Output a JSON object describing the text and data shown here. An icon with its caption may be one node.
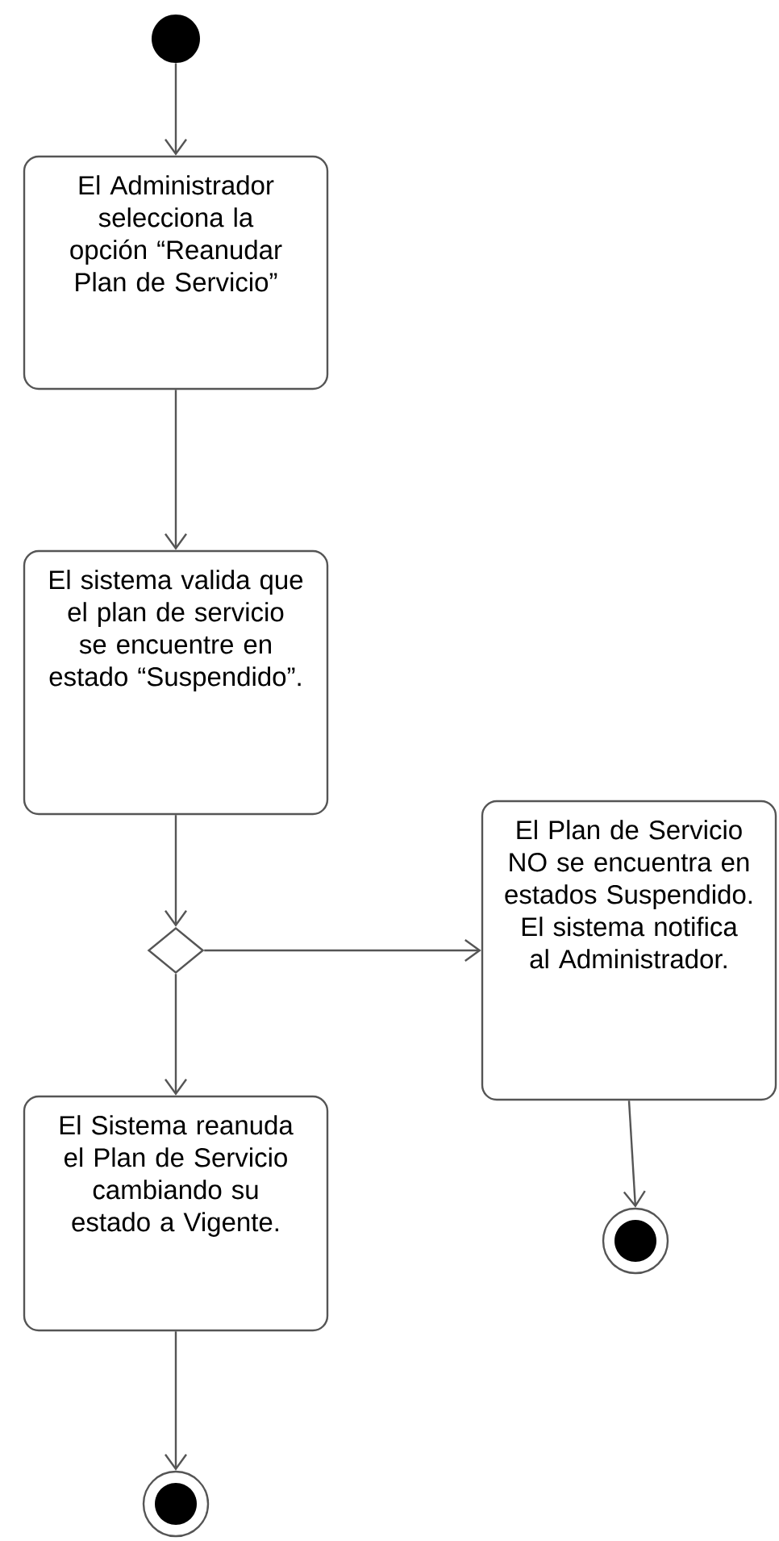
{
  "diagram": {
    "nodes": [
      {
        "text": [],
        "shape": "circle"
      },
      {
        "text": [
          "El Administrador selecciona la opción “Reanudar Plan de Servicio”"
        ]
      },
      {
        "text": [
          "El sistema valida que el plan de servicio se encuentre en estado “Suspendido”."
        ]
      },
      {
        "text": [],
        "shape": "diamond"
      },
      {
        "text": [
          "El Plan de Servicio NO se encuentra en estados Suspendido. El sistema notifica al Administrador."
        ]
      },
      {
        "text": [
          "El Sistema reanuda el Plan de Servicio cambiando su estado a Vigente."
        ]
      },
      {
        "text": [],
        "shape": "circle"
      },
      {
        "text": [],
        "shape": "circle"
      }
    ],
    "edges": [
      {
        "from": 0,
        "to": 1,
        "arrow": "to"
      },
      {
        "from": 1,
        "to": 2,
        "arrow": "to"
      },
      {
        "from": 2,
        "to": 3,
        "arrow": "to"
      },
      {
        "from": 3,
        "to": 4,
        "arrow": "to"
      },
      {
        "from": 3,
        "to": 5,
        "arrow": "to"
      },
      {
        "from": 4,
        "to": 6,
        "arrow": "to"
      },
      {
        "from": 5,
        "to": 7,
        "arrow": "to"
      }
    ]
  }
}
